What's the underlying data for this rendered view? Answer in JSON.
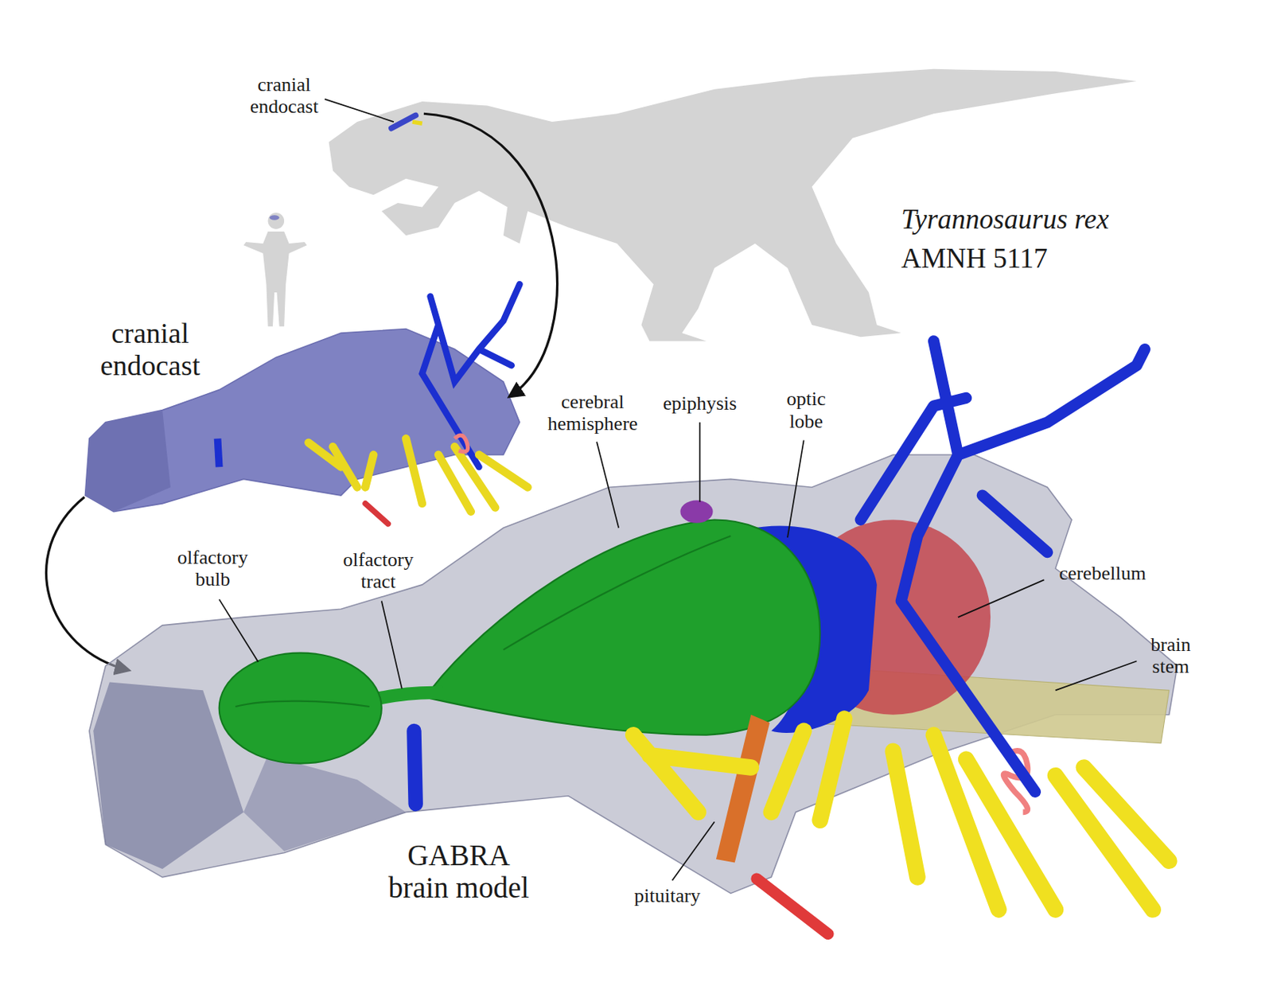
{
  "diagram": {
    "labels": [
      "cranial endocast",
      "Tyrannosaurus rex",
      "AMNH 5117",
      "cranial endocast",
      "olfactory bulb",
      "olfactory tract",
      "cerebral hemisphere",
      "epiphysis",
      "optic lobe",
      "cerebellum",
      "brain stem",
      "GABRA brain model",
      "pituitary"
    ]
  }
}
